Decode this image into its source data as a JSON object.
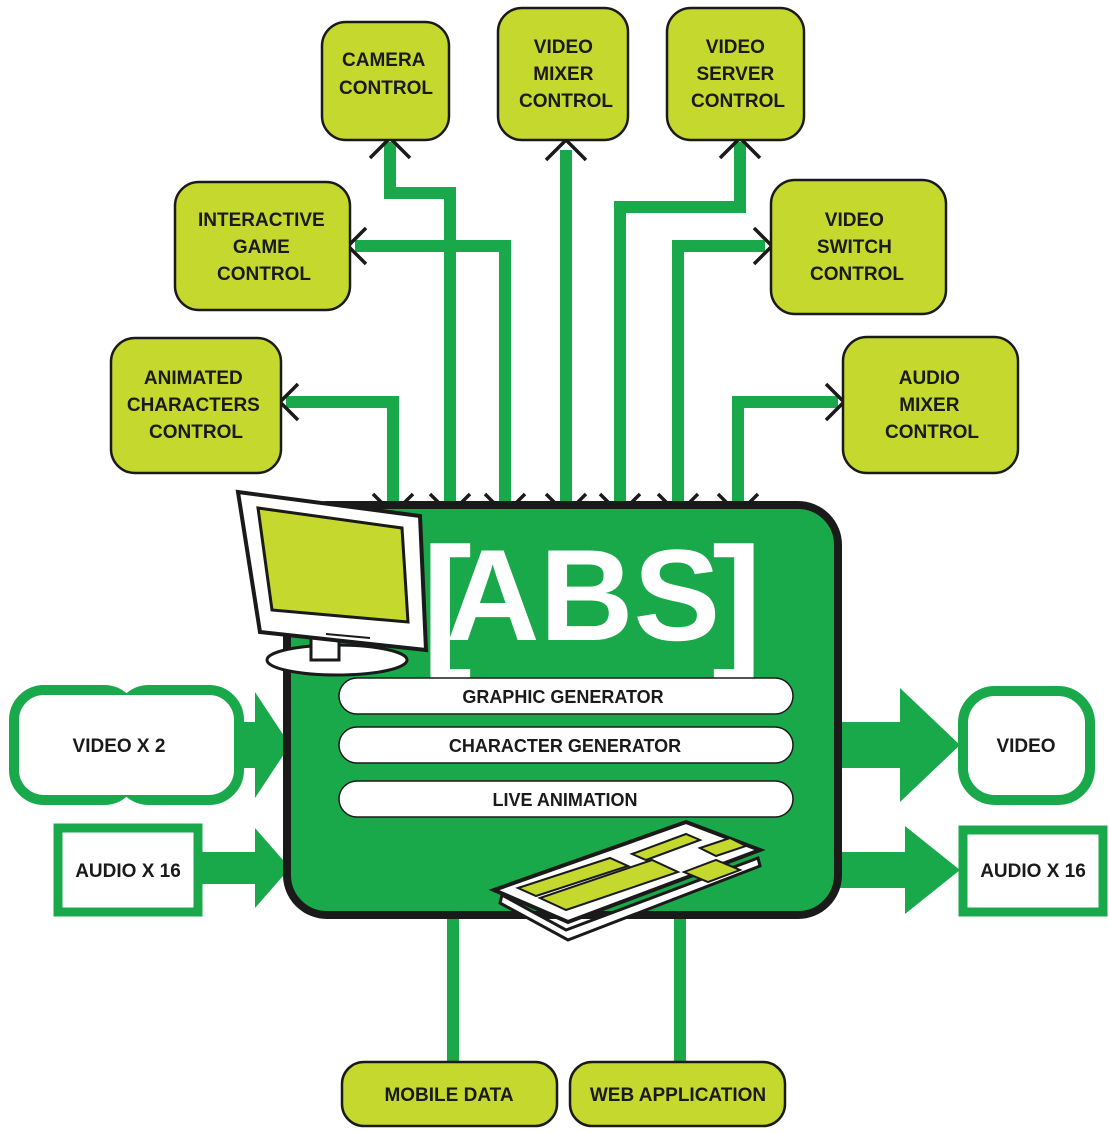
{
  "colors": {
    "green": "#19a94b",
    "lime": "#c5d82e",
    "outline": "#1a1a1a",
    "white": "#ffffff"
  },
  "control_boxes": {
    "camera": [
      "CAMERA",
      "CONTROL"
    ],
    "video_mixer": [
      "VIDEO",
      "MIXER",
      "CONTROL"
    ],
    "video_server": [
      "VIDEO",
      "SERVER",
      "CONTROL"
    ],
    "interactive_game": [
      "INTERACTIVE",
      "GAME",
      "CONTROL"
    ],
    "video_switch": [
      "VIDEO",
      "SWITCH",
      "CONTROL"
    ],
    "animated_characters": [
      "ANIMATED",
      "CHARACTERS",
      "CONTROL"
    ],
    "audio_mixer": [
      "AUDIO",
      "MIXER",
      "CONTROL"
    ]
  },
  "core": {
    "title": "ABS",
    "bracket_left": "[",
    "bracket_right": "]",
    "modules": [
      "GRAPHIC GENERATOR",
      "CHARACTER GENERATOR",
      "LIVE ANIMATION"
    ]
  },
  "inputs": {
    "video": "VIDEO X 2",
    "audio": "AUDIO X 16"
  },
  "outputs": {
    "video": "VIDEO",
    "audio": "AUDIO X 16"
  },
  "bottom_sources": {
    "mobile": "MOBILE DATA",
    "web": "WEB APPLICATION"
  },
  "icons": {
    "monitor": "computer-monitor-icon",
    "keyboard": "keyboard-icon"
  }
}
